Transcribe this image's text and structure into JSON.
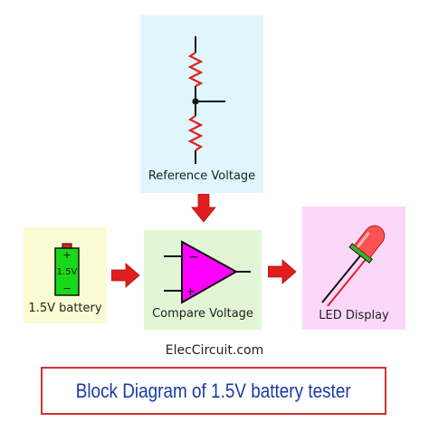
{
  "colors": {
    "reference_bg": "#dff6fc",
    "battery_bg": "#fbfbd3",
    "compare_bg": "#e2f6d6",
    "led_bg": "#fbd8fa",
    "arrow": "#e21d1d",
    "resistor": "#e02020",
    "comparator_fill": "#ff00ff",
    "battery_fill": "#19d819",
    "led_body": "#ff5252",
    "title_border": "#d23232",
    "title_text": "#1a3aa6"
  },
  "blocks": {
    "reference": {
      "label": "Reference Voltage",
      "icon": "resistor-divider-icon"
    },
    "battery": {
      "label": "1.5V battery",
      "icon_text": "1.5V",
      "plus": "+",
      "minus": "−",
      "icon": "battery-icon"
    },
    "compare": {
      "label": "Compare Voltage",
      "minus": "−",
      "plus": "+",
      "icon": "comparator-icon"
    },
    "led": {
      "label": "LED Display",
      "icon": "led-icon"
    }
  },
  "site": "ElecCircuit.com",
  "title": "Block Diagram of 1.5V battery tester"
}
